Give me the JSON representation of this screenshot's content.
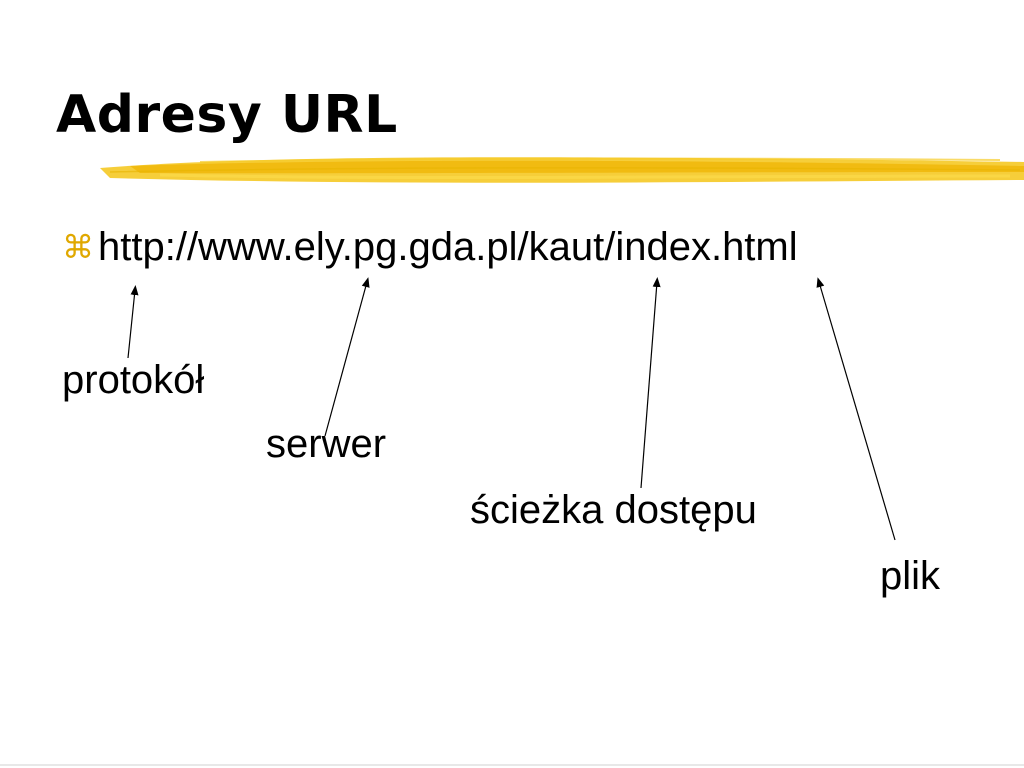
{
  "slide": {
    "title": "Adresy URL",
    "bullet_icon": "⌘",
    "url": "http://www.ely.pg.gda.pl/kaut/index.html",
    "labels": {
      "protocol": "protokół",
      "server": "serwer",
      "path": "ścieżka dostępu",
      "file": "plik"
    }
  },
  "icons": {
    "bullet": "z-bullet-icon",
    "underline": "yellow-brush-stroke"
  },
  "colors": {
    "title": "#000000",
    "accent_yellow": "#f5c518",
    "accent_dark_yellow": "#e0a800",
    "text": "#000000",
    "background": "#ffffff"
  }
}
